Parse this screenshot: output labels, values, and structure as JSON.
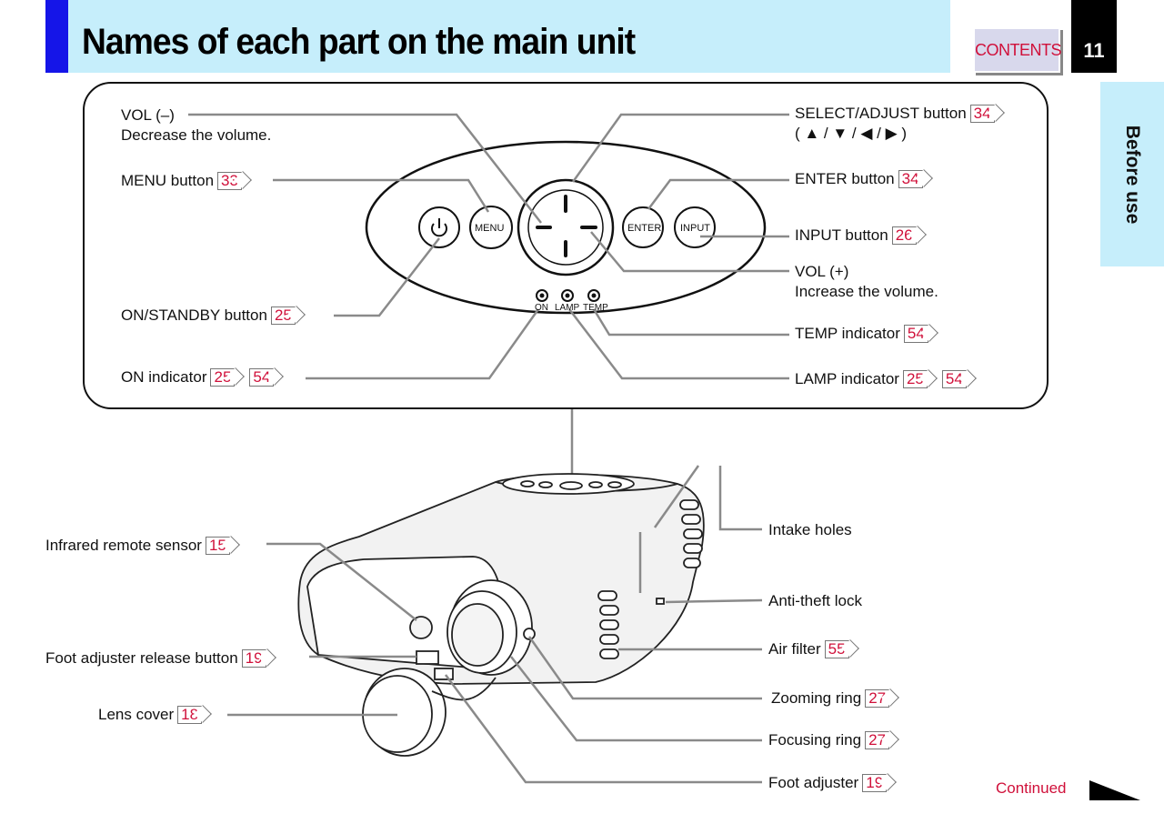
{
  "header": {
    "title": "Names of each part on the main unit",
    "contents_label": "CONTENTS",
    "page_number": "11",
    "side_tab": "Before use"
  },
  "panel": {
    "vol_minus_title": "VOL (–)",
    "vol_minus_desc": "Decrease the volume.",
    "menu": {
      "label": "MENU button",
      "ref": "33"
    },
    "on_standby": {
      "label": "ON/STANDBY button",
      "ref": "25"
    },
    "on_indicator": {
      "label": "ON indicator",
      "ref1": "25",
      "ref2": "54"
    },
    "select_adjust": {
      "label": "SELECT/ADJUST button",
      "ref": "34",
      "arrows": "( ▲ / ▼ / ◀ / ▶ )"
    },
    "enter": {
      "label": "ENTER button",
      "ref": "34"
    },
    "input": {
      "label": "INPUT button",
      "ref": "26"
    },
    "vol_plus_title": "VOL (+)",
    "vol_plus_desc": "Increase the volume.",
    "temp": {
      "label": "TEMP indicator",
      "ref": "54"
    },
    "lamp": {
      "label": "LAMP indicator",
      "ref1": "25",
      "ref2": "54"
    },
    "btn_menu": "MENU",
    "btn_enter": "ENTER",
    "btn_input": "INPUT",
    "ind_on": "ON",
    "ind_lamp": "LAMP",
    "ind_temp": "TEMP"
  },
  "body": {
    "infrared": {
      "label": "Infrared remote sensor",
      "ref": "15"
    },
    "foot_release": {
      "label": "Foot adjuster release button",
      "ref": "19"
    },
    "lens_cover": {
      "label": "Lens cover",
      "ref": "18"
    },
    "intake": {
      "label": "Intake holes"
    },
    "antitheft": {
      "label": "Anti-theft lock"
    },
    "air_filter": {
      "label": "Air filter",
      "ref": "55"
    },
    "zooming": {
      "label": "Zooming ring",
      "ref": "27"
    },
    "focusing": {
      "label": "Focusing ring",
      "ref": "27"
    },
    "foot": {
      "label": "Foot adjuster",
      "ref": "19"
    }
  },
  "continued": "Continued",
  "colors": {
    "accent_red": "#d0103a",
    "header_band": "#c6eefb",
    "header_blue": "#1515e8"
  }
}
